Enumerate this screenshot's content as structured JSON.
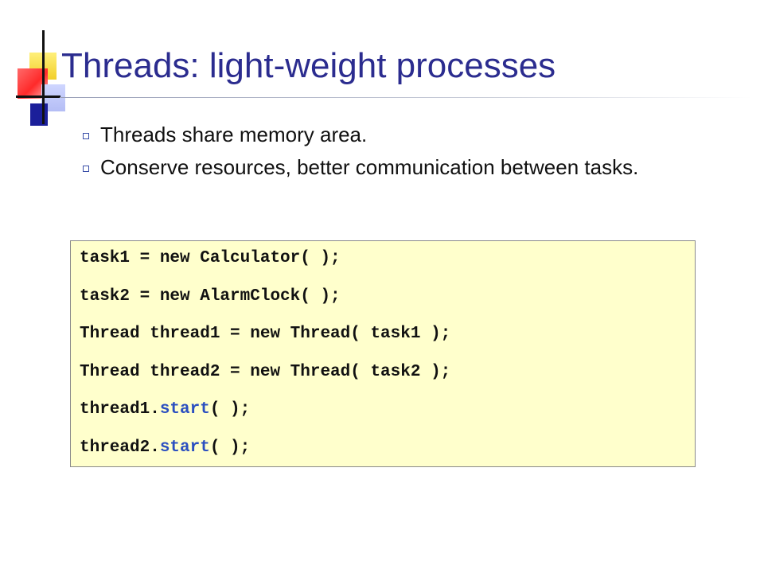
{
  "slide": {
    "title": "Threads: light-weight processes",
    "bullets": [
      "Threads share memory area.",
      "Conserve resources, better communication between tasks."
    ],
    "code": [
      {
        "text": "task1 = new Calculator( );"
      },
      {
        "text": "task2 = new AlarmClock( );"
      },
      {
        "text": "Thread thread1 = new Thread( task1 );"
      },
      {
        "text": "Thread thread2 = new Thread( task2 );"
      },
      {
        "before": "thread1.",
        "method": "start",
        "after": "( );"
      },
      {
        "before": "thread2.",
        "method": "start",
        "after": "( );"
      }
    ]
  },
  "colors": {
    "title": "#2b2c8f",
    "code_background": "#ffffcc",
    "method_highlight": "#2b4fc0",
    "bullet_marker": "#3a4fa8"
  },
  "icons": {
    "bullet": "hollow-square-bullet-icon",
    "logo": "colored-squares-crosshair-logo-icon"
  }
}
